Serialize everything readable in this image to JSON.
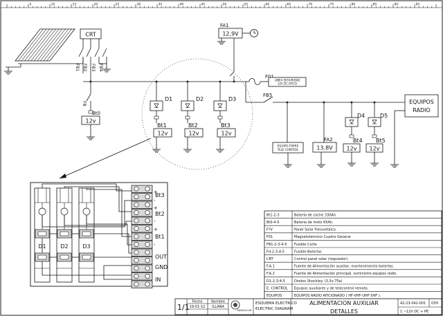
{
  "ruler": {
    "labels": [
      "5",
      "10",
      "15",
      "20",
      "25",
      "30",
      "35",
      "40",
      "45",
      "50",
      "55",
      "60",
      "65",
      "70",
      "75",
      "80",
      "85",
      "90",
      "95"
    ]
  },
  "top": {
    "crt": "CRT",
    "fa1_label": "FA1",
    "fa1_value": "12,9V",
    "fb_labels": [
      "FB1",
      "FB2",
      "FB3",
      "FB4"
    ],
    "fb0": "FB",
    "bt0": "Bt0",
    "bt0_value": "12v",
    "d_labels": [
      "D1",
      "D2",
      "D3"
    ],
    "bt_labels": [
      "Bt1",
      "Bt2",
      "Bt3"
    ],
    "bt_values": [
      "12v",
      "12v",
      "12v"
    ],
    "f01": "F01",
    "fb5": "FB5",
    "linea_box": [
      "LINEA SEGURIDAD",
      "12V DC-ATICO"
    ],
    "remote_box": [
      "EQUIPO-TORRE",
      "TELE CONTROL"
    ],
    "fa2_label": "FA2",
    "fa2_value": "13,8V",
    "d45": [
      "D4",
      "D5"
    ],
    "bt45": [
      "Bt4",
      "Bt5"
    ],
    "bt45_values": [
      "12v",
      "12v"
    ],
    "equipos": [
      "EQUIPOS",
      "RADIO"
    ]
  },
  "detail": {
    "modules": [
      "D1",
      "D2",
      "D3"
    ],
    "terminals": [
      "+",
      "Bt3",
      "-",
      "+",
      "Bt2",
      "-",
      "+",
      "Bt1",
      "-",
      "OUT",
      "GND",
      "IN"
    ]
  },
  "legend": {
    "rows": [
      {
        "code": "Bt1-2-3",
        "desc": "Batería de coche 330Ah."
      },
      {
        "code": "Bt0-4-5",
        "desc": "Batería de moto 65Ah."
      },
      {
        "code": "F?V",
        "desc": "Panel Solar Fotovoltáico."
      },
      {
        "code": "F01",
        "desc": "Magnetotérmico Cuadro General"
      },
      {
        "code": "FB1-2-3-4-5",
        "desc": "Fusible Corte"
      },
      {
        "code": "Fd-2-3-4-5",
        "desc": "Fusible Baterías"
      },
      {
        "code": "CRT",
        "desc": "Control panel solar (regulador)."
      },
      {
        "code": "F.A.1",
        "desc": "Fuente de Alimentación auxiliar, mantenimiento baterías."
      },
      {
        "code": "F.A.2",
        "desc": "Fuente de Alimentación principal, suministro equipos radio."
      },
      {
        "code": "D1-2-3-4-5",
        "desc": "Diodos Shockley. (3,3v-75a)"
      },
      {
        "code": "E. CONTROL",
        "desc": "Equipos auxiliares y de telecontrol remoto."
      },
      {
        "code": "EQUIPOS",
        "desc": "EQUIPOS RADIO AFICIONADO ( HF-VHF-UHF-SHF )."
      }
    ]
  },
  "title_block": {
    "sheet": "1/1",
    "fecha_label": "Fecha",
    "nombre_label": "Nombre",
    "fecha": "19-01-12",
    "nombre": "ILLANA",
    "logo_text": "RADIOCLUB",
    "esquema": [
      "ESQUEMA ELECTRICO",
      "ELECTRIC DIAGRAM"
    ],
    "title": "ALIMENTACION AUXILIAR",
    "subtitle": "DETALLES",
    "code": "42-23-042-001",
    "code_suffix": "03H",
    "supply": "1 ~12V DC + PE"
  }
}
